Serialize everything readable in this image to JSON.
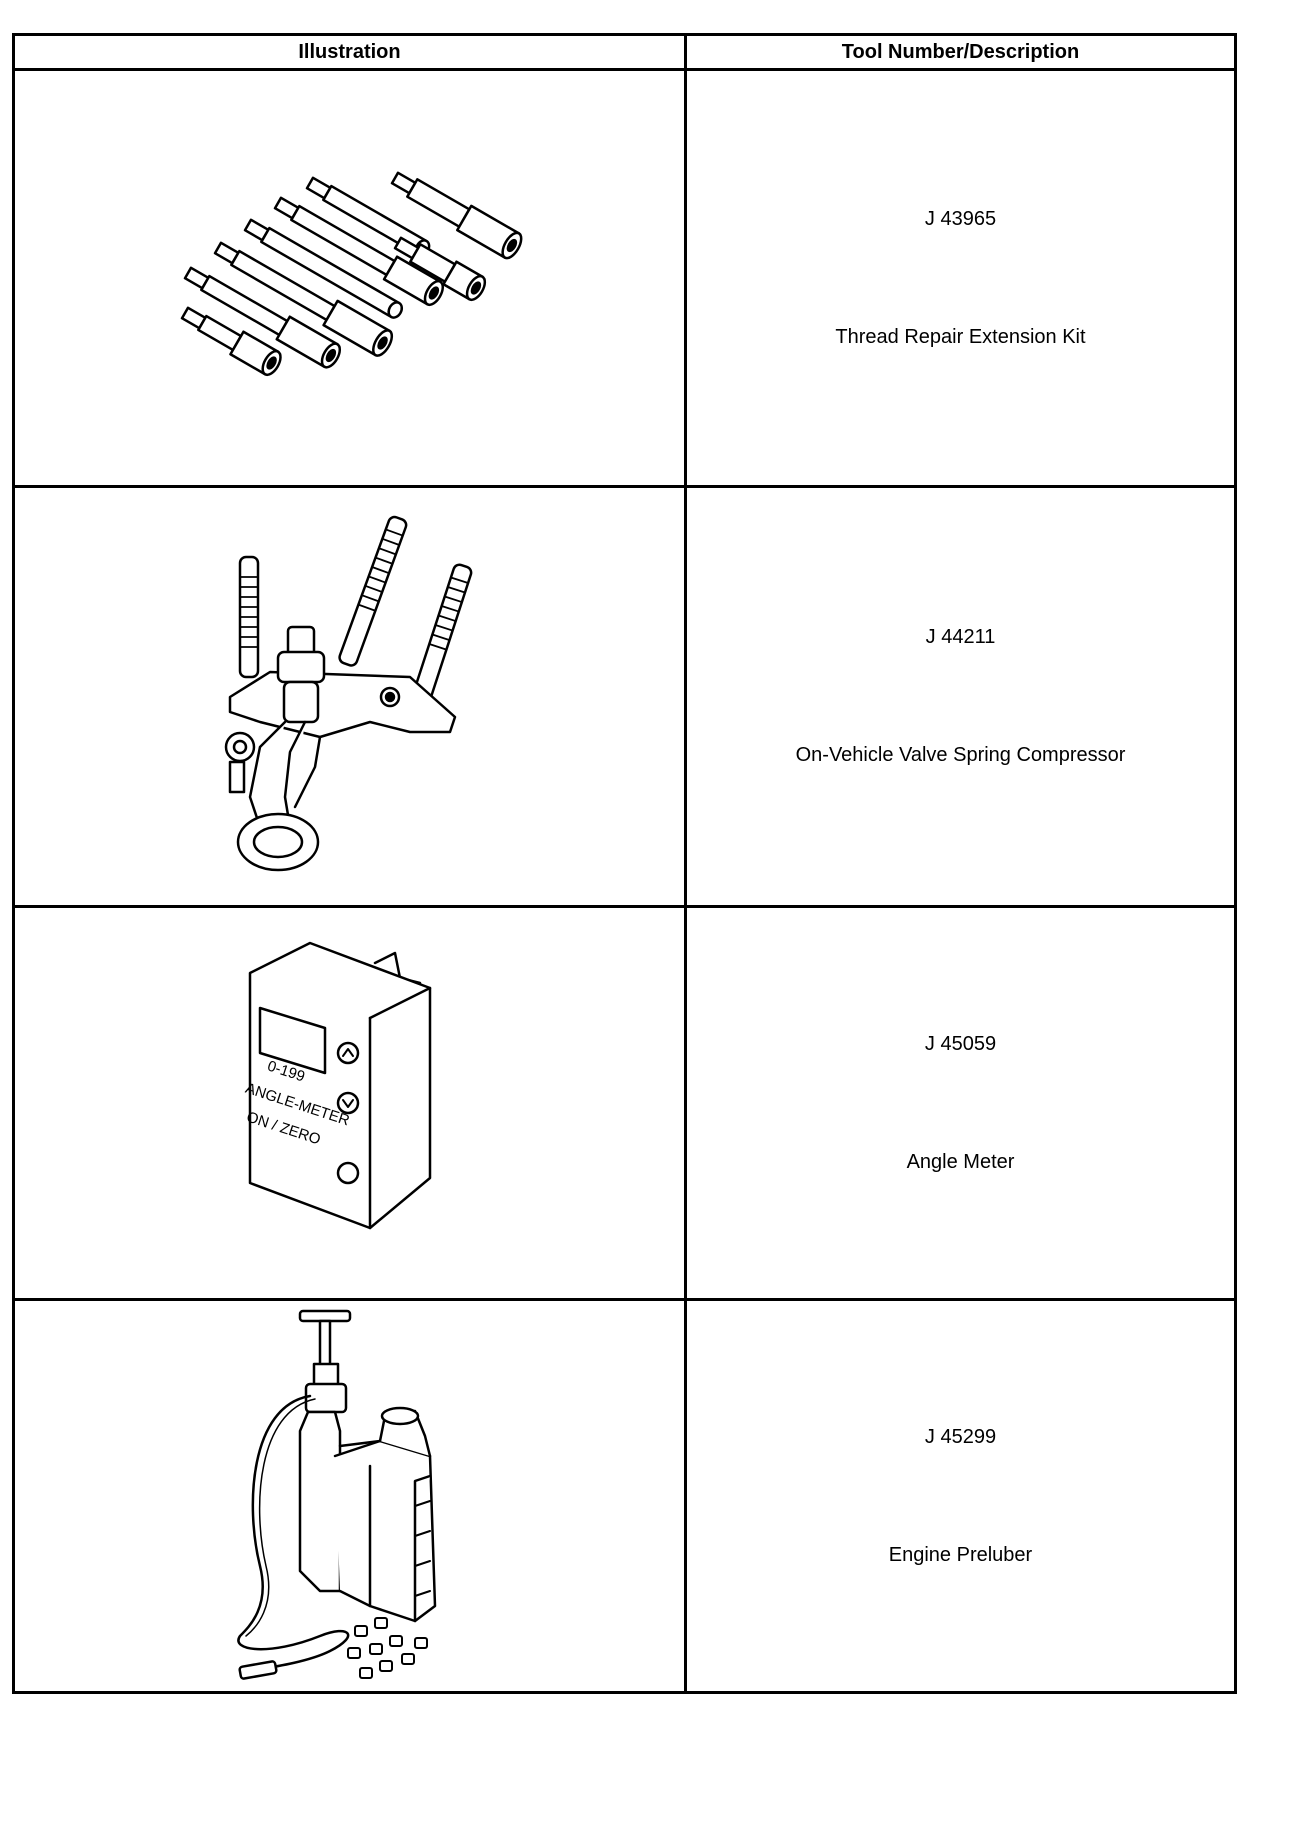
{
  "table": {
    "headers": [
      "Illustration",
      "Tool Number/Description"
    ],
    "rows": [
      {
        "tool_number": "J 43965",
        "description": "Thread Repair Extension Kit",
        "illustration": "extension-kit-icon"
      },
      {
        "tool_number": "J 44211",
        "description": "On-Vehicle Valve Spring Compressor",
        "illustration": "valve-spring-compressor-icon"
      },
      {
        "tool_number": "J 45059",
        "description": "Angle Meter",
        "illustration": "angle-meter-icon",
        "device_labels": [
          "0-199",
          "ANGLE-METER",
          "ON / ZERO"
        ]
      },
      {
        "tool_number": "J 45299",
        "description": "Engine Preluber",
        "illustration": "engine-preluber-icon"
      }
    ]
  }
}
